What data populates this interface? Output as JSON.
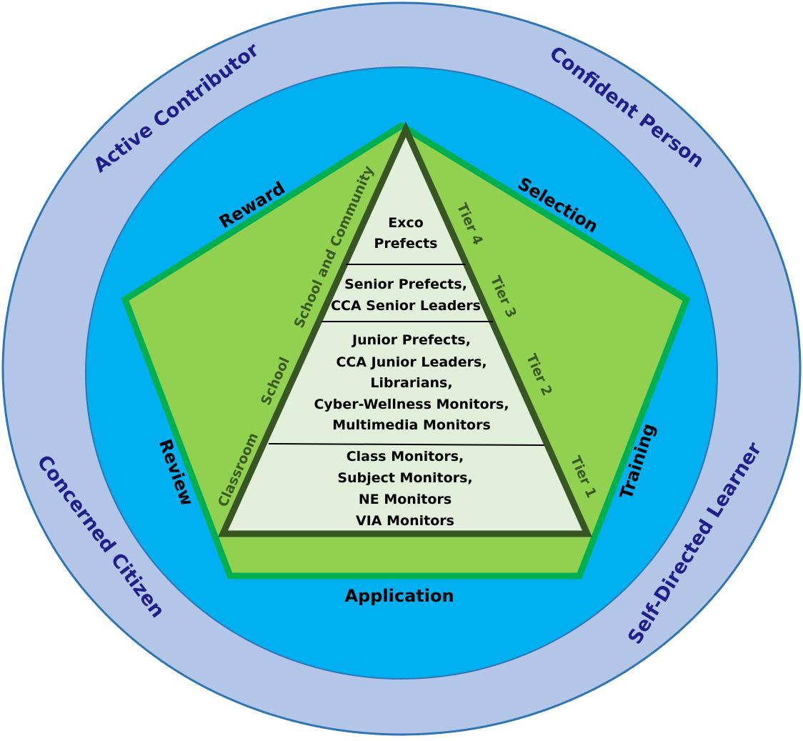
{
  "colors": {
    "outer_ring": "#b4c6e7",
    "inner_circle": "#00b0f0",
    "pentagon_fill": "#92d050",
    "pentagon_stroke": "#00b050",
    "pyramid_fill": "#e2efda",
    "pyramid_stroke": "#375623",
    "outcome_text": "#1f1f8c",
    "side_label_text": "#3a5a25"
  },
  "outcomes": {
    "active_contributor": "Active Contributor",
    "confident_person": "Confident Person",
    "concerned_citizen": "Concerned Citizen",
    "self_directed_learner": "Self-Directed Learner"
  },
  "process": {
    "reward": "Reward",
    "selection": "Selection",
    "review": "Review",
    "training": "Training",
    "application": "Application"
  },
  "levels": {
    "school_and_community": "School and Community",
    "school": "School",
    "classroom": "Classroom"
  },
  "tiers": [
    {
      "label": "Tier 4",
      "roles": [
        "Exco",
        "Prefects"
      ]
    },
    {
      "label": "Tier 3",
      "roles": [
        "Senior Prefects,",
        "CCA Senior Leaders"
      ]
    },
    {
      "label": "Tier 2",
      "roles": [
        "Junior Prefects,",
        "CCA Junior Leaders,",
        "Librarians,",
        "Cyber-Wellness Monitors,",
        "Multimedia Monitors"
      ]
    },
    {
      "label": "Tier 1",
      "roles": [
        "Class Monitors,",
        "Subject Monitors,",
        "NE Monitors",
        "VIA Monitors"
      ]
    }
  ]
}
